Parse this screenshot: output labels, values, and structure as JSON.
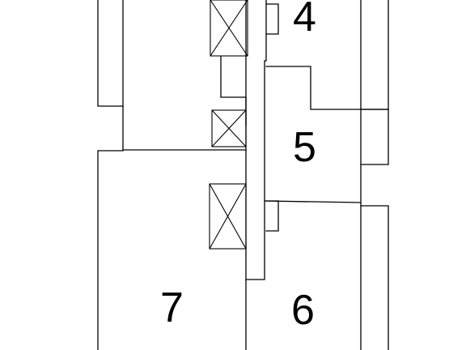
{
  "rooms": [
    {
      "number": "4"
    },
    {
      "number": "5"
    },
    {
      "number": "6"
    },
    {
      "number": "7"
    }
  ],
  "shafts": [
    {
      "name": "shaft-upper"
    },
    {
      "name": "shaft-middle"
    },
    {
      "name": "shaft-lower"
    }
  ],
  "colors": {
    "line": "#000000",
    "background": "#ffffff"
  }
}
